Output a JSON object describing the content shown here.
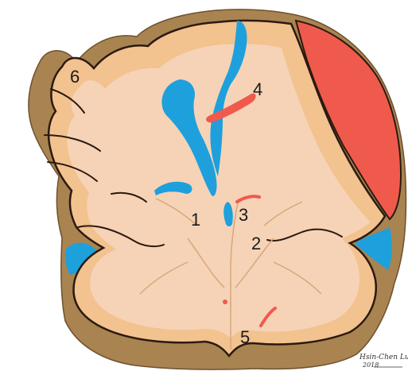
{
  "colors": {
    "skull": "#a98450",
    "cortex": "#f2c28f",
    "white_matter": "#f6d3b6",
    "ventricle": "#1ea0dc",
    "hemorrhage": "#ef5a4d",
    "outline": "#2b1a10"
  },
  "labels": [
    "1",
    "2",
    "3",
    "4",
    "5",
    "6"
  ],
  "signature": {
    "name": "Hsin-Chen Lu",
    "year": "2018"
  }
}
